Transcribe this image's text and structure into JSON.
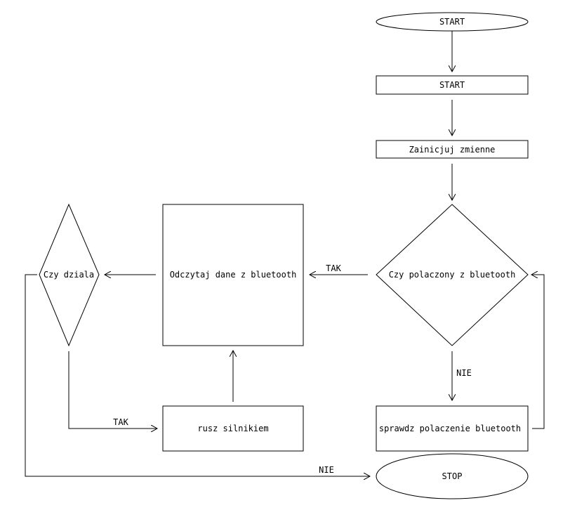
{
  "nodes": {
    "start_terminal": "START",
    "start_process": "START",
    "init_vars": "Zainicjuj zmienne",
    "connected_decision": "Czy polaczony z bluetooth",
    "read_bt": "Odczytaj dane z bluetooth",
    "works_decision": "Czy dziala",
    "move_motor": "rusz silnikiem",
    "check_connection": "sprawdz polaczenie bluetooth",
    "stop_terminal": "STOP"
  },
  "edge_labels": {
    "connected_yes": "TAK",
    "connected_no": "NIE",
    "works_yes": "TAK",
    "works_no": "NIE"
  }
}
